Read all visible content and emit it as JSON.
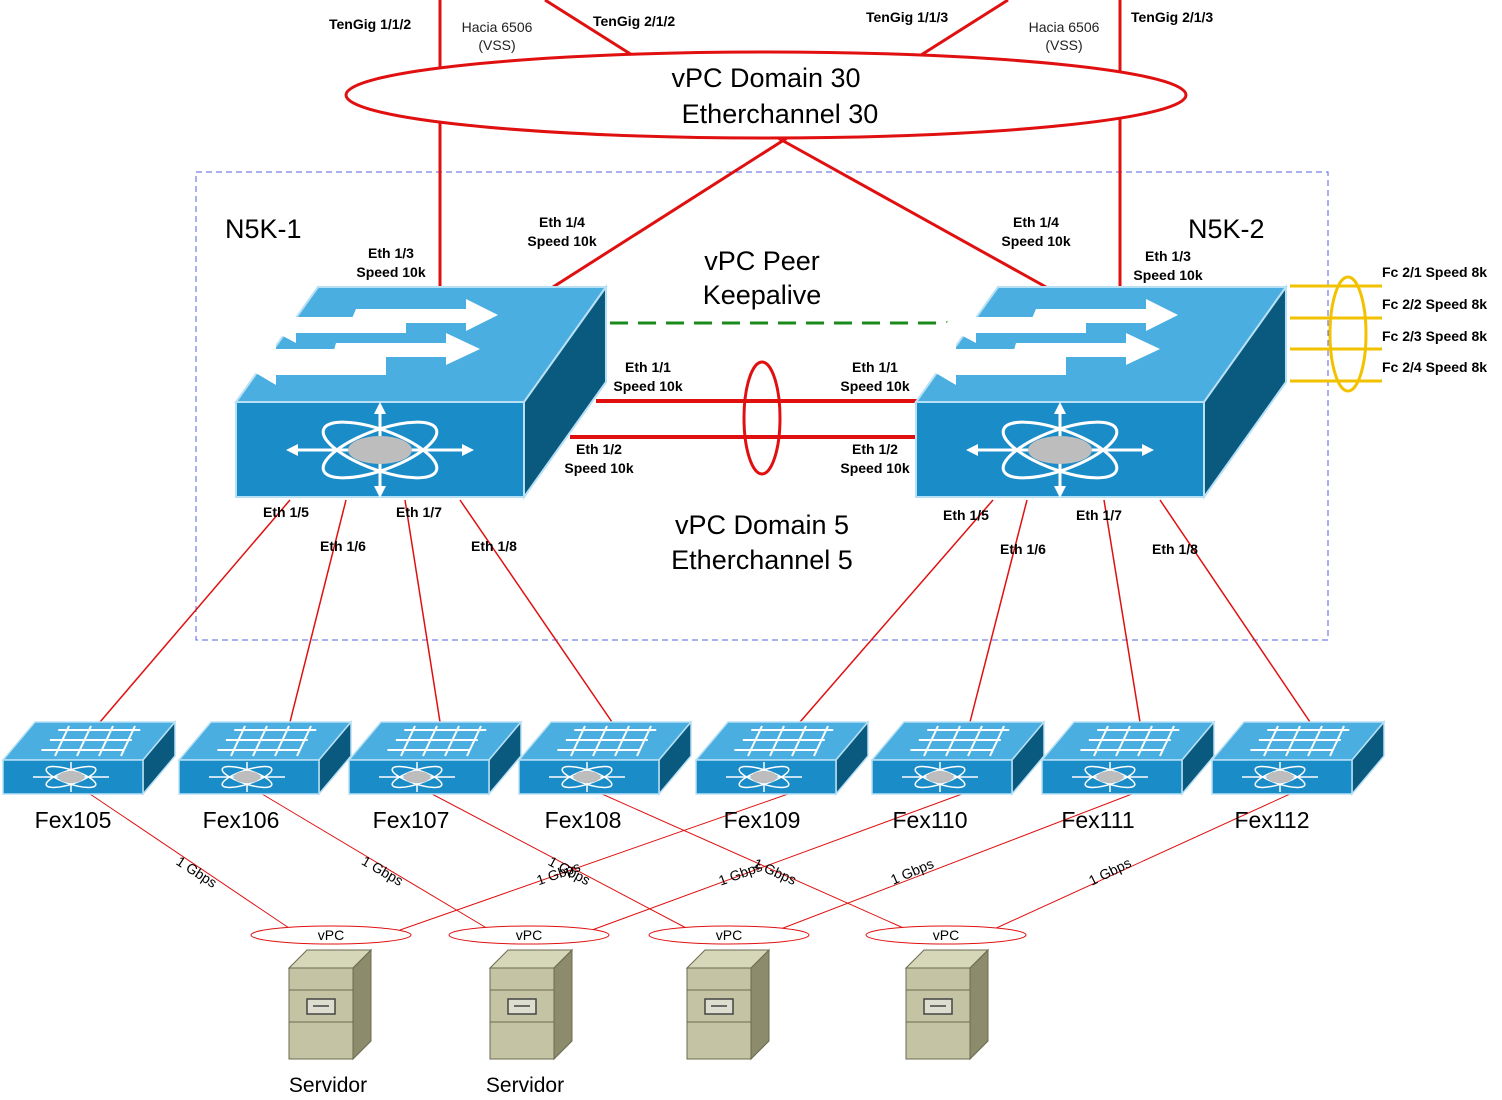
{
  "domain_top": {
    "line1": "vPC Domain 30",
    "line2": "Etherchannel 30",
    "uplinks": [
      {
        "port": "TenGig 1/1/2",
        "peer_line1": "Hacia 6506",
        "peer_line2": "(VSS)"
      },
      {
        "port": "TenGig 2/1/2"
      },
      {
        "port": "TenGig 1/1/3",
        "peer_line1": "Hacia 6506",
        "peer_line2": "(VSS)"
      },
      {
        "port": "TenGig 2/1/3"
      }
    ]
  },
  "switches": [
    {
      "name": "N5K-1",
      "eth13": [
        "Eth 1/3",
        "Speed 10k"
      ],
      "eth14": [
        "Eth 1/4",
        "Speed 10k"
      ],
      "eth11": [
        "Eth 1/1",
        "Speed 10k"
      ],
      "eth12": [
        "Eth 1/2",
        "Speed 10k"
      ],
      "downlinks": [
        "Eth 1/5",
        "Eth 1/6",
        "Eth 1/7",
        "Eth 1/8"
      ]
    },
    {
      "name": "N5K-2",
      "eth13": [
        "Eth 1/3",
        "Speed 10k"
      ],
      "eth14": [
        "Eth 1/4",
        "Speed 10k"
      ],
      "eth11": [
        "Eth 1/1",
        "Speed 10k"
      ],
      "eth12": [
        "Eth 1/2",
        "Speed 10k"
      ],
      "downlinks": [
        "Eth 1/5",
        "Eth 1/6",
        "Eth 1/7",
        "Eth 1/8"
      ]
    }
  ],
  "keepalive": {
    "line1": "vPC Peer",
    "line2": "Keepalive"
  },
  "domain_mid": {
    "line1": "vPC Domain 5",
    "line2": "Etherchannel 5"
  },
  "fc_ports": [
    "Fc 2/1 Speed 8k",
    "Fc 2/2 Speed 8k",
    "Fc 2/3 Speed 8k",
    "Fc 2/4 Speed 8k"
  ],
  "fexes": [
    "Fex105",
    "Fex106",
    "Fex107",
    "Fex108",
    "Fex109",
    "Fex110",
    "Fex111",
    "Fex112"
  ],
  "server_links": [
    "1 Gbps",
    "1 Gbps",
    "1 Gbps",
    "1 Gbps",
    "1 Gbps",
    "1 Gbps",
    "1 Gbps",
    "1 Gbps"
  ],
  "vpc_labels": [
    "vPC",
    "vPC",
    "vPC",
    "vPC"
  ],
  "servers": [
    "Servidor",
    "Servidor",
    "",
    ""
  ],
  "colors": {
    "link_red": "#e01010",
    "fc_yellow": "#f2c200",
    "keepalive_green": "#1a8a1a",
    "switch_top": "#4aaee0",
    "switch_front": "#1a8cc8",
    "switch_side": "#0a5a80",
    "boundary_blue": "#5060e0"
  }
}
